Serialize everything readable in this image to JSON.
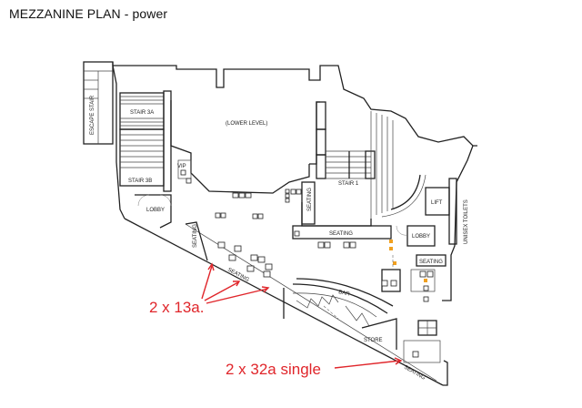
{
  "title": "MEZZANINE PLAN - power",
  "rooms": {
    "escape_stair": "ESCAPE STAIR",
    "stair_3a": "STAIR 3A",
    "stair_3b": "STAIR 3B",
    "lower_level": "(LOWER LEVEL)",
    "vip": "VIP",
    "lobby_left": "LOBBY",
    "stair_1": "STAIR 1",
    "lift": "LIFT",
    "unisex_toilets": "UNISEX TOILETS",
    "lobby_right": "LOBBY",
    "seating_vertical_left": "SEATING",
    "seating_diag": "SEATING",
    "seating_middle": "SEATING",
    "seating_vertical_mid": "SEATING",
    "seating_right": "SEATING",
    "seating_bottom": "SEATING",
    "bar": "BAR",
    "store": "STORE"
  },
  "callouts": {
    "label_13a": "2 x 13a.",
    "label_32a": "2 x 32a single"
  },
  "colors": {
    "annotation": "#e0262b",
    "highlight": "#f0a020",
    "line": "#222222"
  }
}
